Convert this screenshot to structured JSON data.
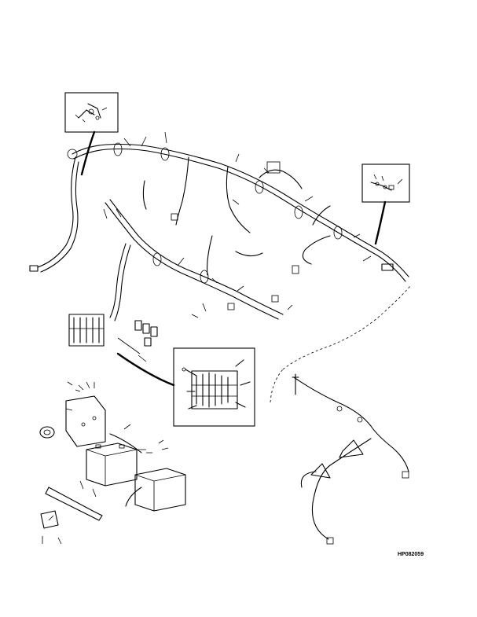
{
  "figure": {
    "drawing_number": "HP082059",
    "colors": {
      "line": "#000000",
      "background": "#ffffff"
    },
    "parts": [
      "top-left-detail-inset",
      "top-right-detail-inset",
      "center-detail-inset",
      "main-wiring-harness",
      "rear-light-harness",
      "fuse-block",
      "battery-front",
      "battery-rear",
      "battery-mounting-plate",
      "battery-hold-down-bar",
      "ignition-switch",
      "relay-group",
      "connector-left",
      "connector-right"
    ]
  }
}
